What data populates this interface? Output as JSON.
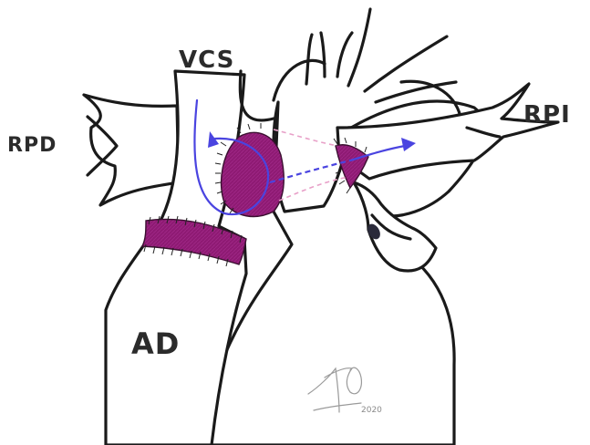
{
  "labels": {
    "vcs": "VCS",
    "rpd": "RPD",
    "rpi": "RPI",
    "ad": "AD"
  },
  "signature": {
    "year": "2020"
  },
  "colors": {
    "patch": "#8e1a73",
    "patch_dark": "#6d0f58",
    "flow_arrow": "#4a44e0",
    "dashed_outline": "#e8a0c8",
    "ink": "#1a1a1a"
  },
  "icons": {
    "flow_arrow_svc": "arrow-curved-up",
    "flow_arrow_pa": "arrow-right-dashed"
  }
}
